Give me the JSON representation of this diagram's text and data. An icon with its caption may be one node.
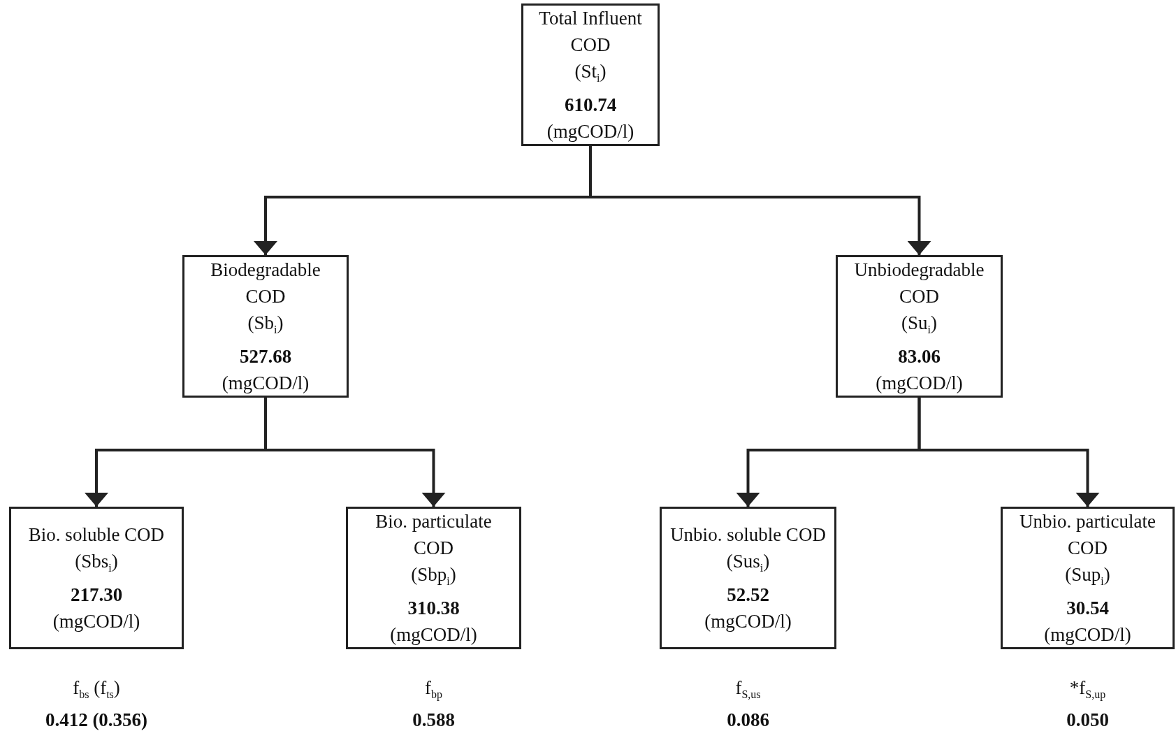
{
  "diagram": {
    "nodes": [
      {
        "text": [
          "Total Influent COD",
          "(St$_{i}$)",
          "610.74",
          "(mgCOD/l)"
        ]
      },
      {
        "text": [
          "Biodegradable COD",
          "(Sb$_{i}$)",
          "527.68",
          "(mgCOD/l)"
        ]
      },
      {
        "text": [
          "Unbiodegradable COD",
          "(Su$_{i}$)",
          "83.06",
          "(mgCOD/l)"
        ]
      },
      {
        "text": [
          "Bio. soluble COD",
          "(Sbs$_{i}$)",
          "217.30",
          "(mgCOD/l)"
        ],
        "beside": [
          "f$_{bs}$ (f$_{ts}$)",
          "0.412 (0.356)"
        ]
      },
      {
        "text": [
          "Bio. particulate COD",
          "(Sbp$_{i}$)",
          "310.38",
          "(mgCOD/l)"
        ],
        "beside": [
          "f$_{bp}$",
          "0.588"
        ]
      },
      {
        "text": [
          "Unbio. soluble COD",
          "(Sus$_{i}$)",
          "52.52",
          "(mgCOD/l)"
        ],
        "beside": [
          "f$_{S,us}$",
          "0.086"
        ]
      },
      {
        "text": [
          "Unbio. particulate COD",
          "(Sup$_{i}$)",
          "30.54",
          "(mgCOD/l)"
        ],
        "beside": [
          "*f$_{S,up}$",
          "0.050"
        ]
      }
    ],
    "edges": [
      {
        "from": 0,
        "to": 1,
        "arrow": "to"
      },
      {
        "from": 0,
        "to": 2,
        "arrow": "to"
      },
      {
        "from": 1,
        "to": 3,
        "arrow": "to"
      },
      {
        "from": 1,
        "to": 4,
        "arrow": "to"
      },
      {
        "from": 2,
        "to": 5,
        "arrow": "to"
      },
      {
        "from": 2,
        "to": 6,
        "arrow": "to"
      }
    ]
  }
}
